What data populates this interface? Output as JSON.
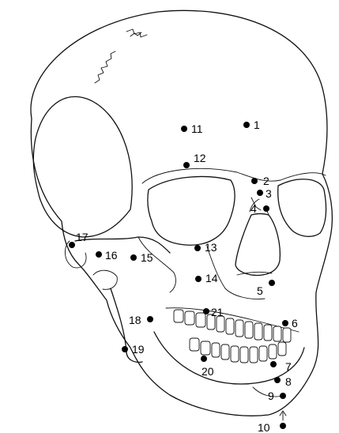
{
  "landmarks": [
    {
      "label": "1"
    },
    {
      "label": "2"
    },
    {
      "label": "3"
    },
    {
      "label": "4"
    },
    {
      "label": "5"
    },
    {
      "label": "6"
    },
    {
      "label": "7"
    },
    {
      "label": "8"
    },
    {
      "label": "9"
    },
    {
      "label": "10"
    },
    {
      "label": "11"
    },
    {
      "label": "12"
    },
    {
      "label": "13"
    },
    {
      "label": "14"
    },
    {
      "label": "15"
    },
    {
      "label": "16"
    },
    {
      "label": "17"
    },
    {
      "label": "18"
    },
    {
      "label": "19"
    },
    {
      "label": "20"
    },
    {
      "label": "21"
    }
  ]
}
